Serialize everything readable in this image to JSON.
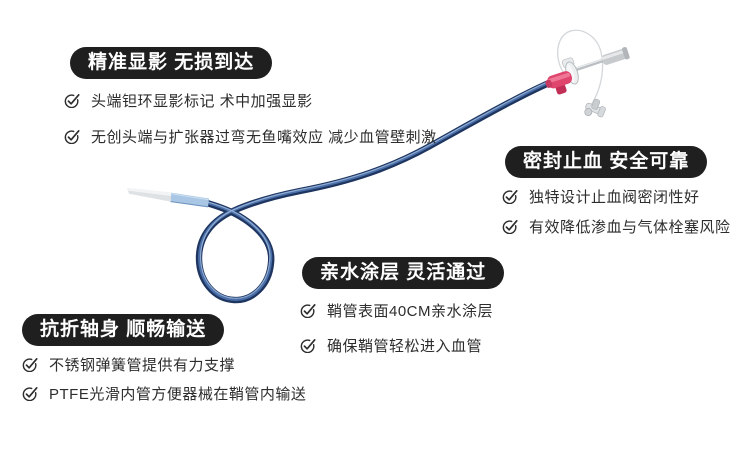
{
  "sections": [
    {
      "id": "radiopaque-tip",
      "title": "精准显影 无损到达",
      "bullets": [
        "头端钽环显影标记 术中加强显影",
        "无创头端与扩张器过弯无鱼嘴效应 减少血管壁刺激"
      ]
    },
    {
      "id": "hemostasis-valve",
      "title": "密封止血 安全可靠",
      "bullets": [
        "独特设计止血阀密闭性好",
        "有效降低渗血与气体栓塞风险"
      ]
    },
    {
      "id": "hydrophilic-coating",
      "title": "亲水涂层 灵活通过",
      "bullets": [
        "鞘管表面40CM亲水涂层",
        "确保鞘管轻松进入血管"
      ]
    },
    {
      "id": "kink-resistant-shaft",
      "title": "抗折轴身 顺畅输送",
      "bullets": [
        "不锈钢弹簧管提供有力支撑",
        "PTFE光滑内管方便器械在鞘管内输送"
      ]
    }
  ],
  "icons": {
    "bullet": "check-circle-icon"
  },
  "illustration": {
    "subject": "introducer-sheath-catheter",
    "parts": [
      "catheter-tip",
      "hydrophilic-segment",
      "catheter-shaft-loop",
      "sheath-hub",
      "hub-flange",
      "dilator-shaft",
      "dilator-hub",
      "side-port-tube",
      "three-way-stopcock"
    ]
  },
  "colors": {
    "badge_bg": "#1f1f1f",
    "badge_text": "#ffffff",
    "body_text": "#2d2d2d",
    "check_icon": "#2d2d2d",
    "tube_navy": "#1e3560",
    "tube_highlight": "#5c82b8",
    "hydrophilic_segment": "#a9c6e4",
    "tip_white": "#e3e6e8",
    "hub_pink": "#e0456e",
    "metal_grey": "#c7cbcf",
    "background": "#ffffff"
  }
}
